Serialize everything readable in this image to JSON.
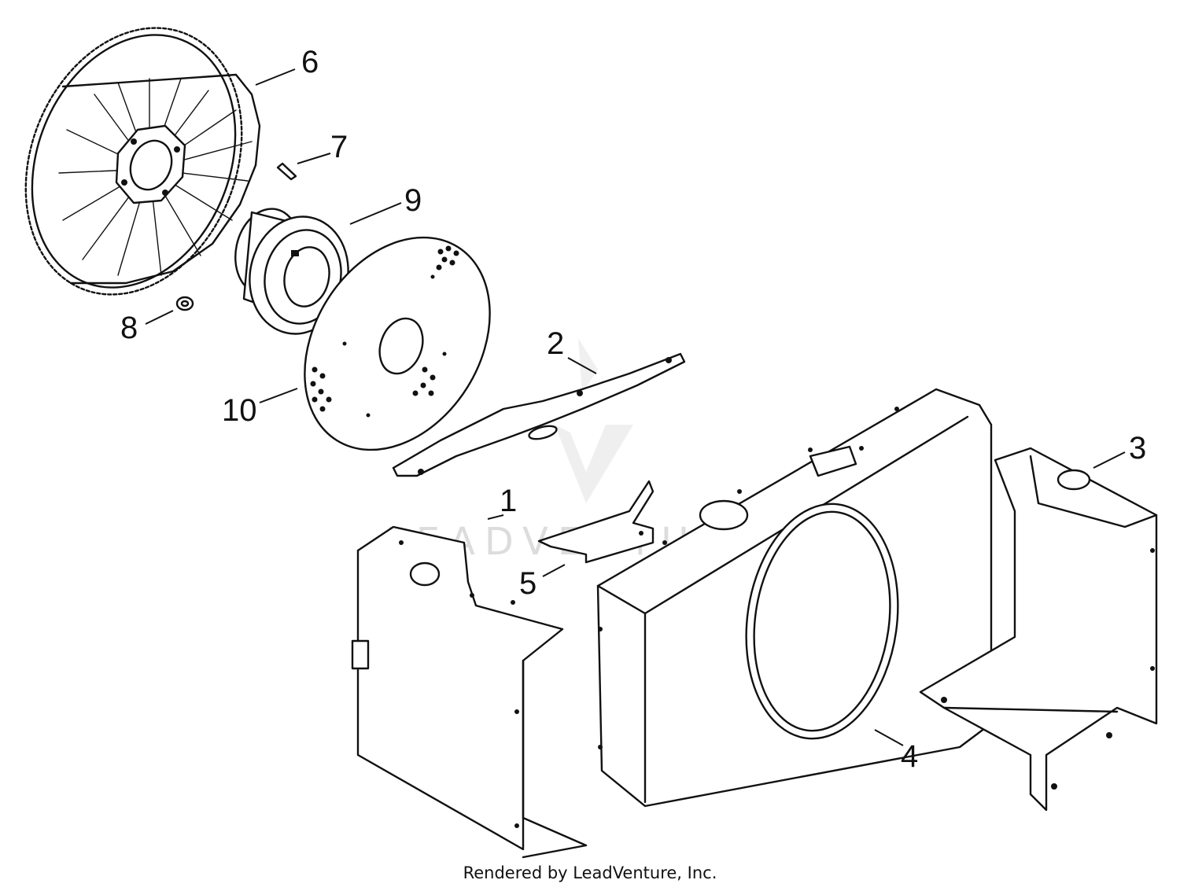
{
  "diagram": {
    "callouts": [
      {
        "id": "1",
        "label": "1"
      },
      {
        "id": "2",
        "label": "2"
      },
      {
        "id": "3",
        "label": "3"
      },
      {
        "id": "4",
        "label": "4"
      },
      {
        "id": "5",
        "label": "5"
      },
      {
        "id": "6",
        "label": "6"
      },
      {
        "id": "7",
        "label": "7"
      },
      {
        "id": "8",
        "label": "8"
      },
      {
        "id": "9",
        "label": "9"
      },
      {
        "id": "10",
        "label": "10"
      }
    ],
    "watermark": "LEADVENTURE"
  },
  "footer": {
    "credit": "Rendered by LeadVenture, Inc."
  },
  "colors": {
    "line": "#111111",
    "background": "#ffffff",
    "watermark": "#dcdcdc"
  }
}
